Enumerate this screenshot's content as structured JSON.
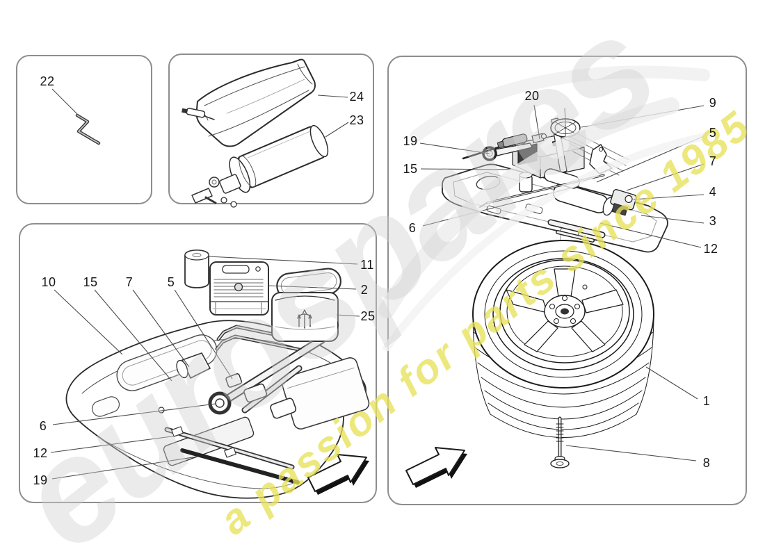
{
  "watermark": {
    "brand": "eurospares",
    "tagline": "a passion for parts since 1985",
    "brand_color": "#cfcfcf",
    "tagline_color": "#e7e15a"
  },
  "panels": {
    "tow_hook": {
      "callouts": {
        "c22": "22"
      }
    },
    "repair_kit_bag": {
      "callouts": {
        "c24": "24",
        "c23": "23"
      }
    },
    "foam_tool_tray": {
      "callouts": {
        "c10": "10",
        "c15": "15",
        "c7": "7",
        "c5": "5",
        "c11": "11",
        "c2": "2",
        "c25": "25",
        "c6": "6",
        "c12": "12",
        "c19": "19"
      }
    },
    "spare_wheel_kit": {
      "callouts": {
        "c20": "20",
        "c9": "9",
        "c19": "19",
        "c15": "15",
        "c5": "5",
        "c7": "7",
        "c4": "4",
        "c3": "3",
        "c12": "12",
        "c6": "6",
        "c1": "1",
        "c8": "8"
      }
    }
  }
}
